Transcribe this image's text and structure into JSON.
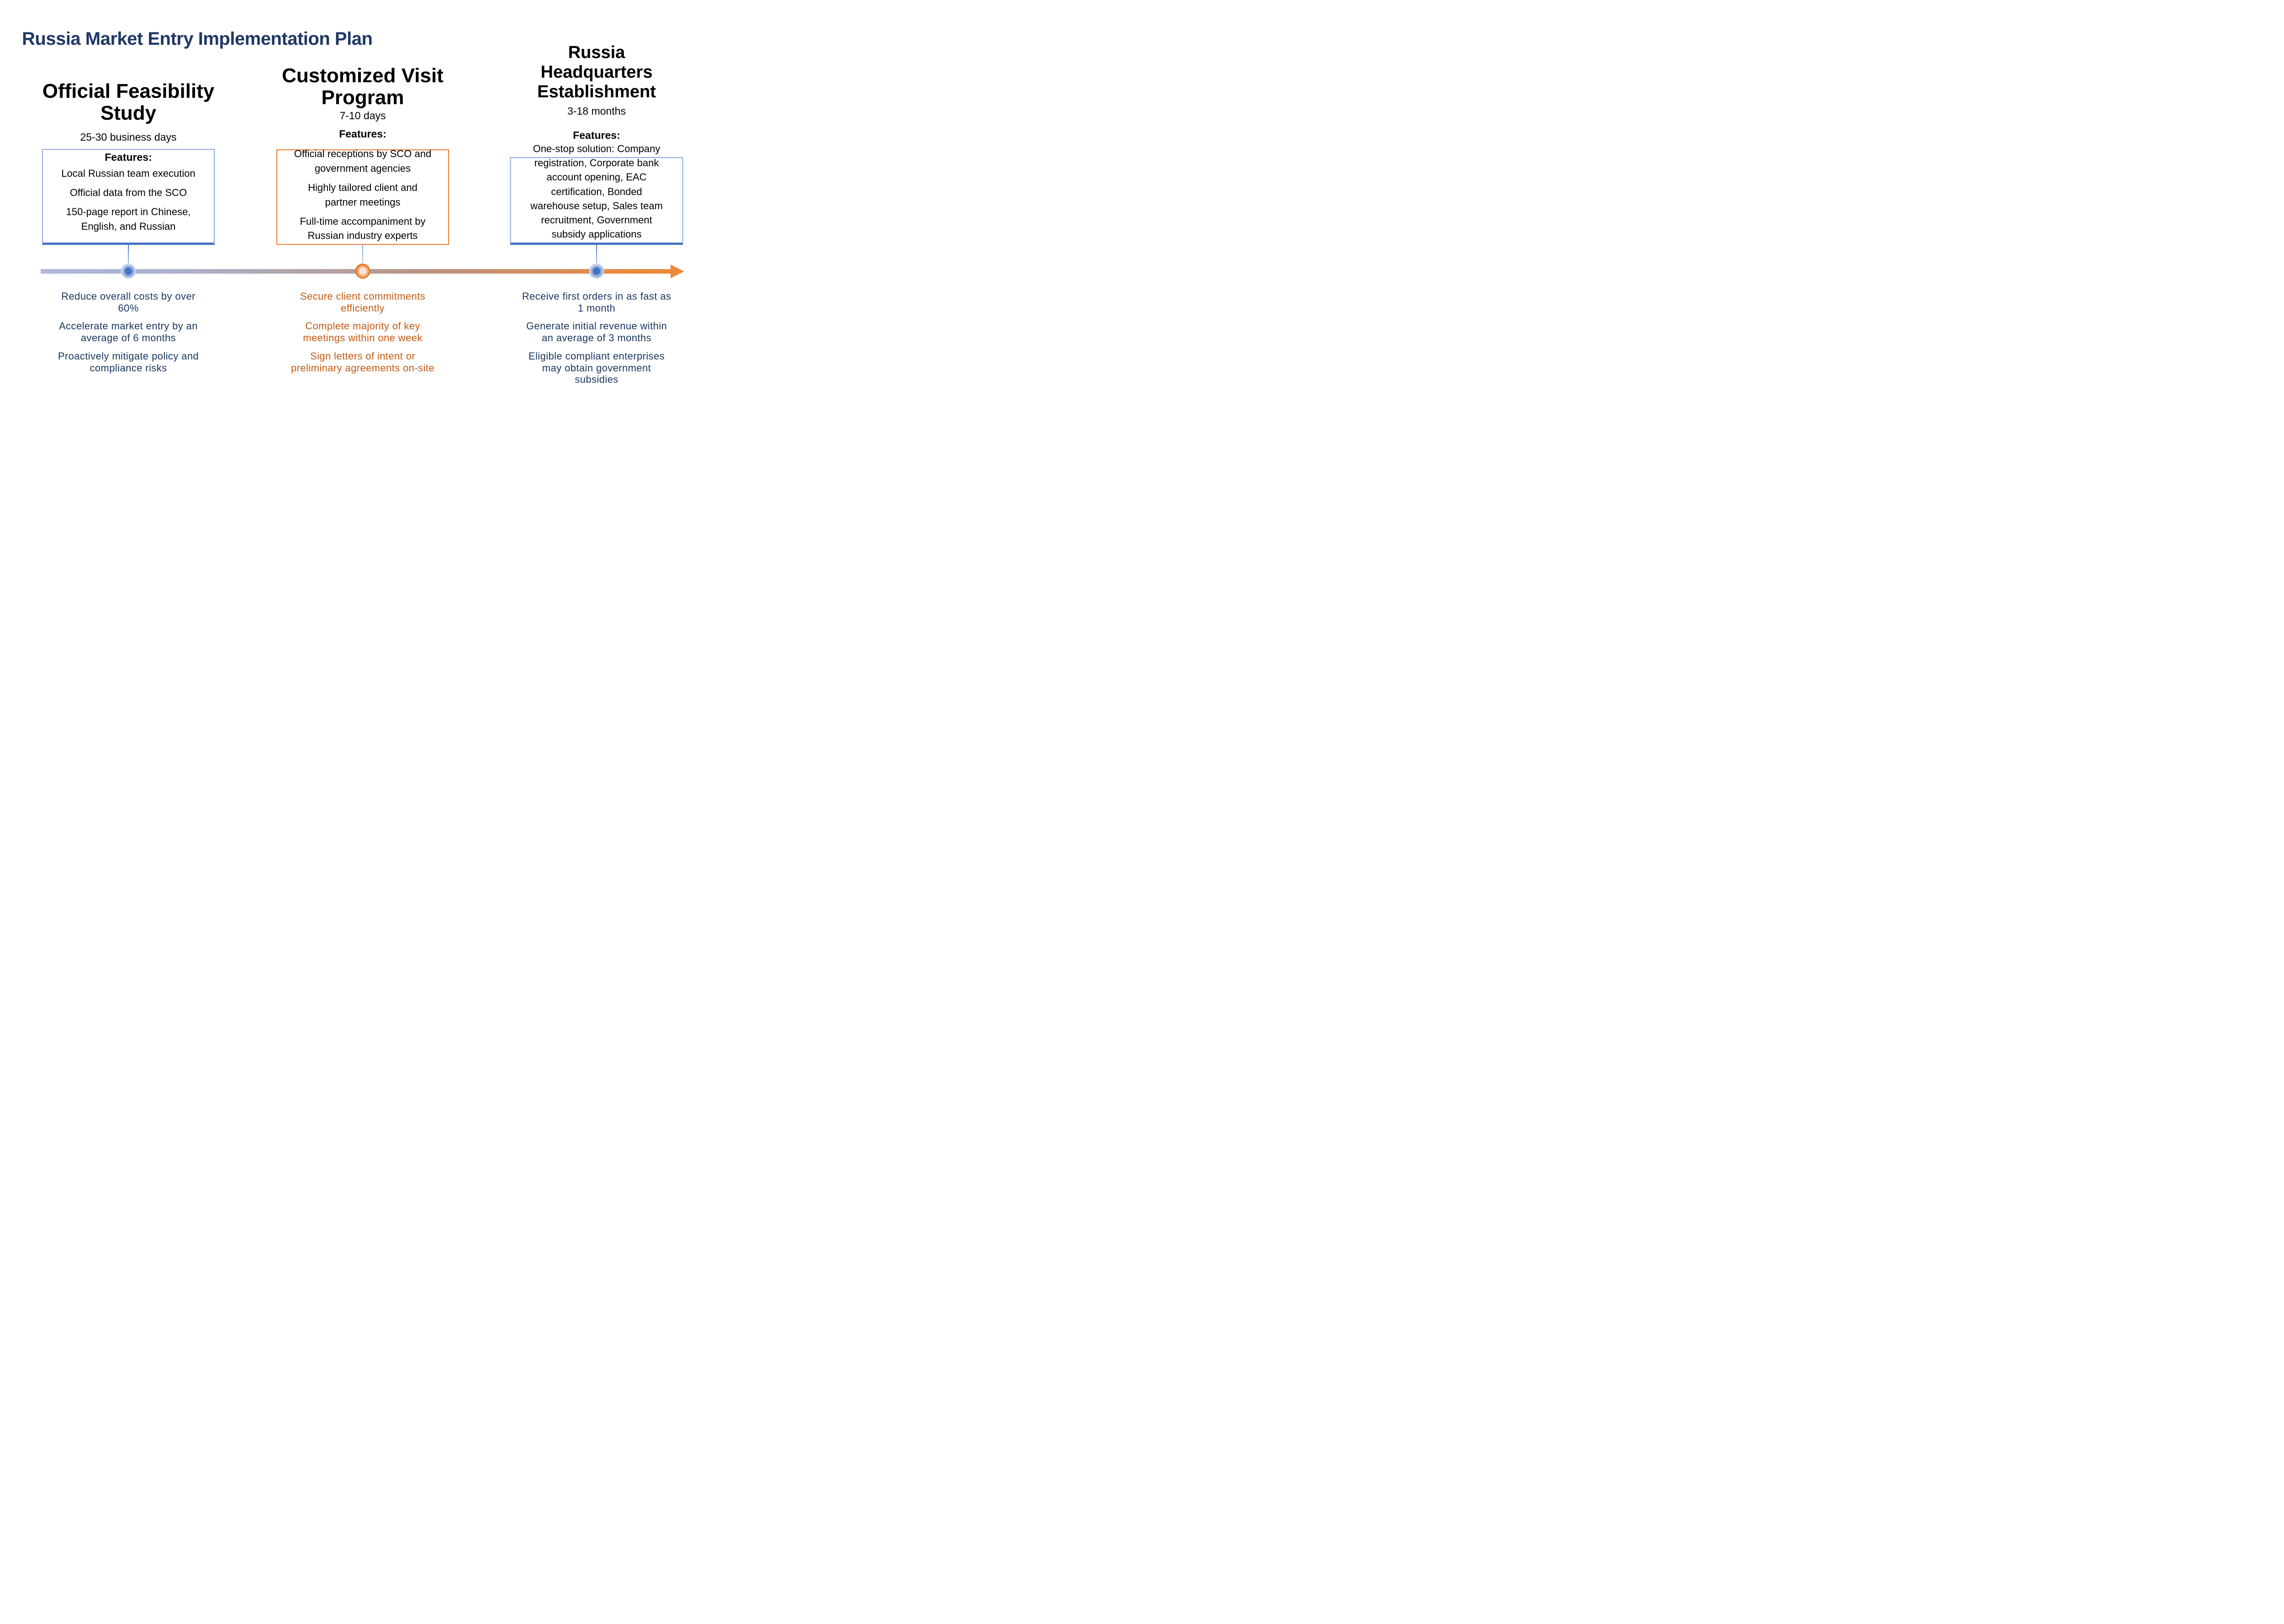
{
  "title": "Russia Market Entry Implementation Plan",
  "colors": {
    "title_navy": "#1F3864",
    "benefit_navy": "#17365D",
    "benefit_orange": "#C55A11",
    "box_blue_side_border": "#8FAADC",
    "box_blue_bottom_border": "#4472C4",
    "box_orange_border": "#ED7D31",
    "marker_blue_halo": "#C7D2EC",
    "marker_blue_mid": "#8FAADC",
    "marker_blue_core": "#4472C4",
    "marker_orange_ring": "#E8802D",
    "marker_orange_mid": "#F4B183",
    "marker_orange_core": "#FBE5D5",
    "timeline_gradient_start": "#AEB8DB",
    "timeline_gradient_end": "#EA8A3C",
    "arrowhead": "#EC8B3C"
  },
  "timeline": {
    "direction": "left-to-right",
    "milestone_count": 3
  },
  "columns": [
    {
      "phase": "Official Feasibility\nStudy",
      "duration": "25-30 business days",
      "features_label": "Features:",
      "features": [
        "Local Russian team execution",
        "Official data from the SCO",
        "150-page report in Chinese,\nEnglish, and Russian"
      ],
      "benefits": [
        "Reduce overall costs by over\n60%",
        "Accelerate market entry by an\naverage of 6 months",
        "Proactively mitigate policy and\ncompliance risks"
      ]
    },
    {
      "phase": "Customized Visit\nProgram",
      "duration": "7-10 days",
      "features_label": "Features:",
      "features": [
        "Official receptions by SCO and\ngovernment agencies",
        "Highly tailored client and\npartner meetings",
        "Full-time accompaniment by\nRussian industry experts"
      ],
      "benefits": [
        "Secure client commitments\nefficiently",
        "Complete majority of key\nmeetings within one week",
        "Sign letters of intent or\npreliminary agreements on-site"
      ]
    },
    {
      "phase": "Russia\nHeadquarters\nEstablishment",
      "duration": "3-18 months",
      "features_label": "Features:",
      "features": [
        "One-stop solution: Company\nregistration, Corporate bank\naccount opening, EAC\ncertification, Bonded\nwarehouse setup, Sales team\nrecruitment, Government\nsubsidy applications"
      ],
      "benefits": [
        "Receive first orders in as fast as\n1 month",
        "Generate initial revenue within\nan average of 3 months",
        "Eligible compliant enterprises\nmay obtain government\nsubsidies"
      ]
    }
  ]
}
